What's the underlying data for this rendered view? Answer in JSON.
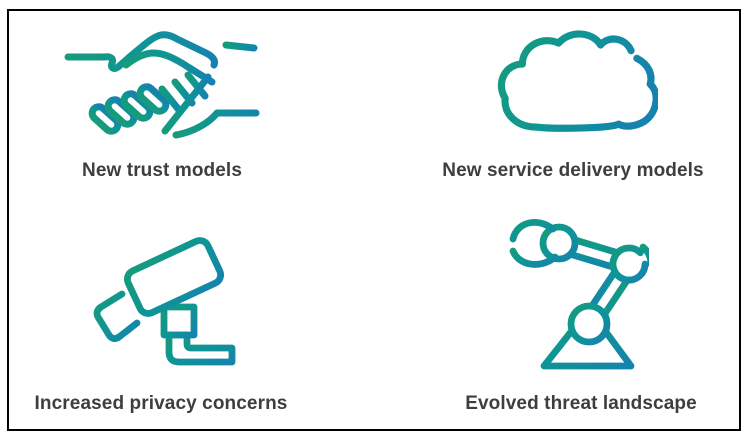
{
  "theme": {
    "background": "#ffffff",
    "frame_border_color": "#000000",
    "label_color": "#3e3e3e",
    "icon_gradient_start": "#169b7b",
    "icon_gradient_mid": "#0f9595",
    "icon_gradient_end": "#1583ad"
  },
  "grid": {
    "items": [
      {
        "label": "New trust models",
        "icon": "handshake-icon"
      },
      {
        "label": "New service delivery models",
        "icon": "cloud-icon"
      },
      {
        "label": "Increased privacy concerns",
        "icon": "security-camera-icon"
      },
      {
        "label": "Evolved threat landscape",
        "icon": "robot-arm-icon"
      }
    ]
  }
}
